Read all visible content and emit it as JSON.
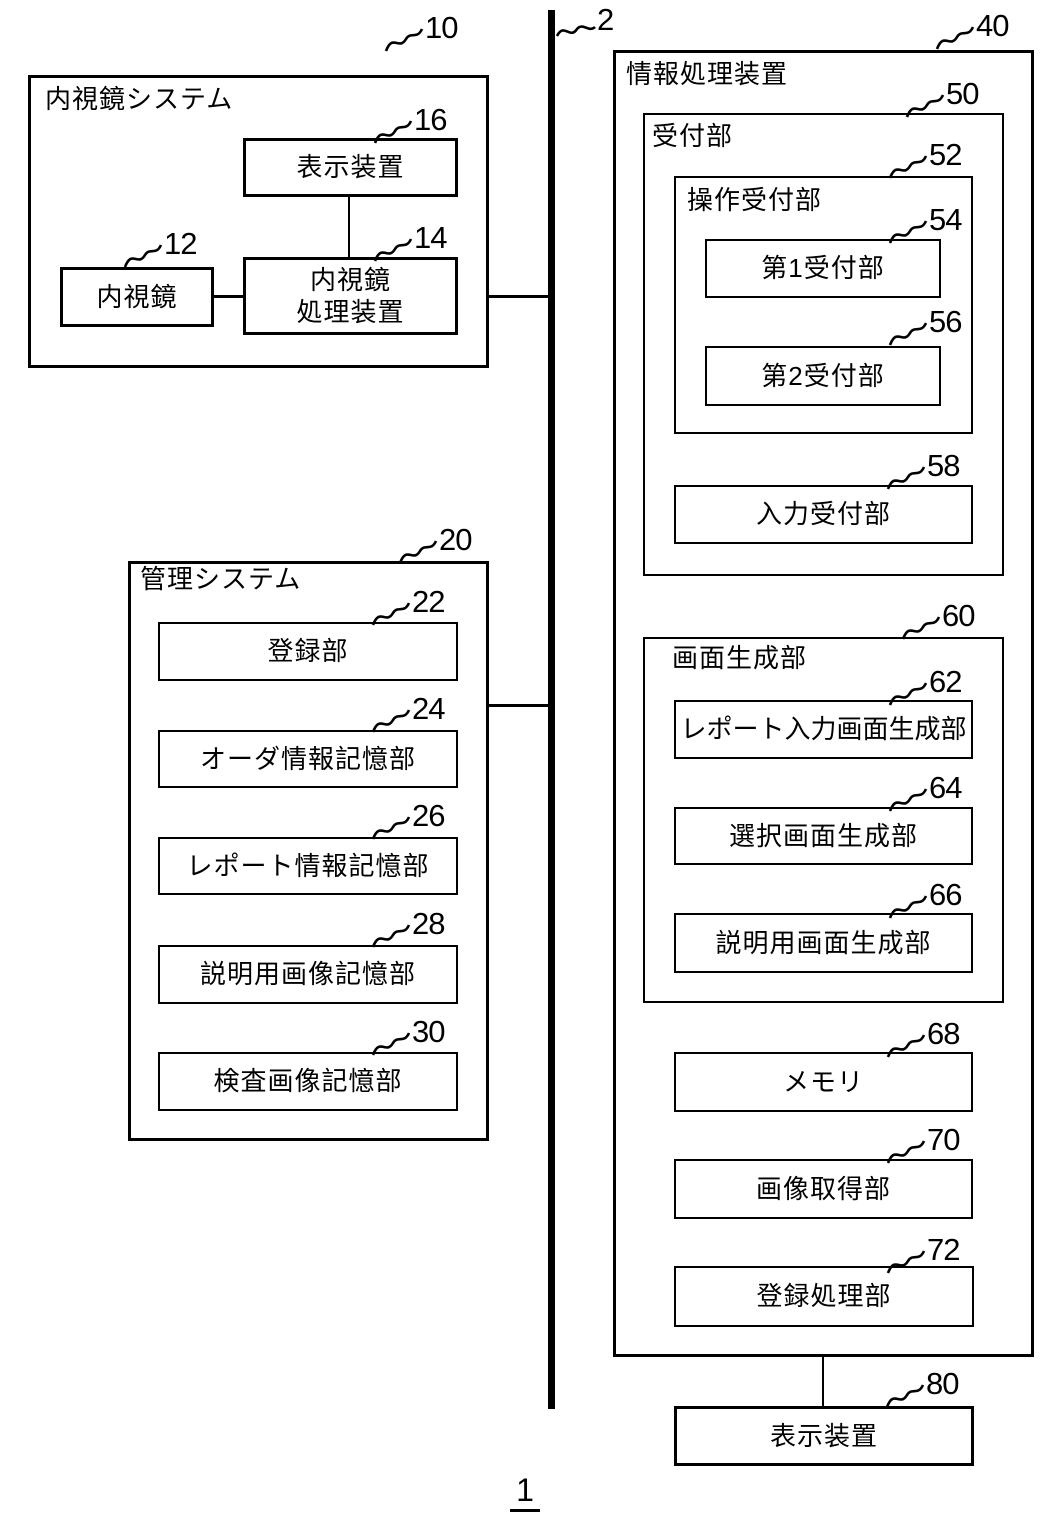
{
  "figure": {
    "number": "1",
    "network_ref": "2"
  },
  "endoscope_system": {
    "ref": "10",
    "title": "内視鏡システム",
    "display_device": {
      "ref": "16",
      "label": "表示装置"
    },
    "endoscope": {
      "ref": "12",
      "label": "内視鏡"
    },
    "processor": {
      "ref": "14",
      "label_line1": "内視鏡",
      "label_line2": "処理装置"
    }
  },
  "management_system": {
    "ref": "20",
    "title": "管理システム",
    "items": [
      {
        "ref": "22",
        "label": "登録部"
      },
      {
        "ref": "24",
        "label": "オーダ情報記憶部"
      },
      {
        "ref": "26",
        "label": "レポート情報記憶部"
      },
      {
        "ref": "28",
        "label": "説明用画像記憶部"
      },
      {
        "ref": "30",
        "label": "検査画像記憶部"
      }
    ]
  },
  "information_processor": {
    "ref": "40",
    "title": "情報処理装置",
    "reception": {
      "ref": "50",
      "title": "受付部",
      "operation_reception": {
        "ref": "52",
        "title": "操作受付部",
        "first_reception": {
          "ref": "54",
          "label": "第1受付部"
        },
        "second_reception": {
          "ref": "56",
          "label": "第2受付部"
        }
      },
      "input_reception": {
        "ref": "58",
        "label": "入力受付部"
      }
    },
    "screen_generator": {
      "ref": "60",
      "title": "画面生成部",
      "report_input_screen": {
        "ref": "62",
        "label": "レポート入力画面生成部"
      },
      "selection_screen": {
        "ref": "64",
        "label": "選択画面生成部"
      },
      "explanation_screen": {
        "ref": "66",
        "label": "説明用画面生成部"
      }
    },
    "memory": {
      "ref": "68",
      "label": "メモリ"
    },
    "image_acquisition": {
      "ref": "70",
      "label": "画像取得部"
    },
    "registration_processing": {
      "ref": "72",
      "label": "登録処理部"
    }
  },
  "external_display": {
    "ref": "80",
    "label": "表示装置"
  }
}
